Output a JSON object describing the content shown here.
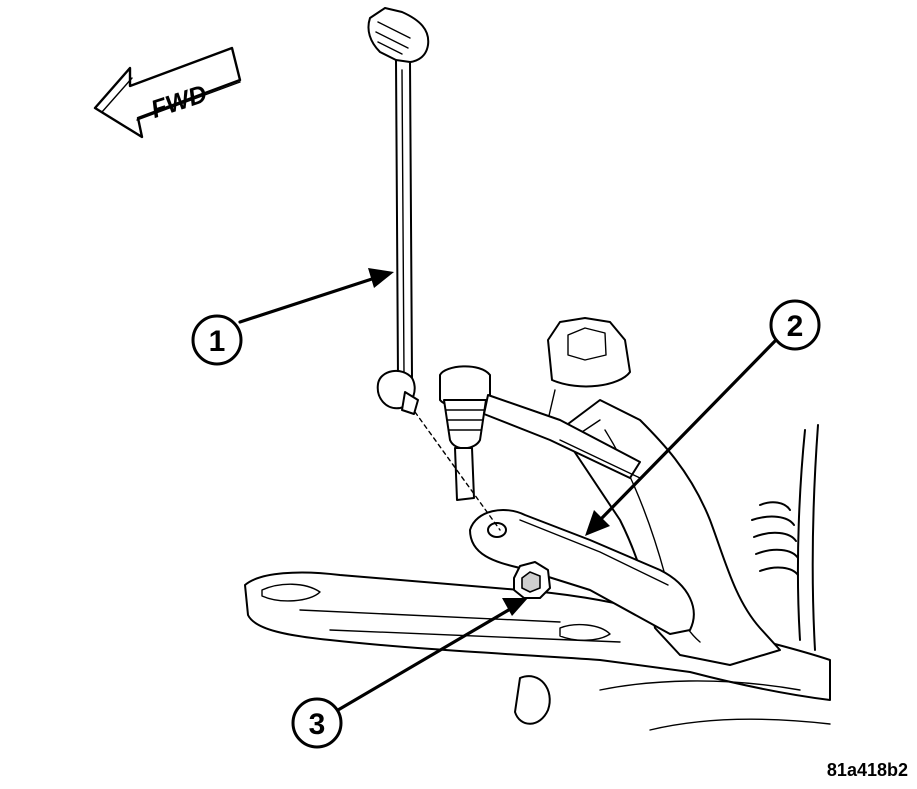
{
  "direction_indicator": {
    "label": "FWD"
  },
  "callouts": [
    {
      "number": "1",
      "part": "stabilizer link"
    },
    {
      "number": "2",
      "part": "stabilizer bar arm"
    },
    {
      "number": "3",
      "part": "nut"
    }
  ],
  "figure_code": "81a418b2"
}
